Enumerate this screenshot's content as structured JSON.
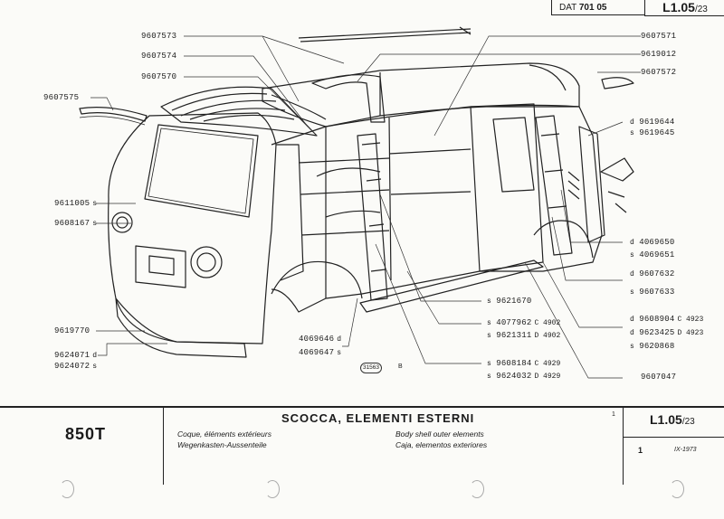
{
  "header": {
    "dat_prefix": "DAT",
    "dat_number": "701 05",
    "code_main": "L1.05",
    "code_sub": "/23"
  },
  "labels_left": [
    {
      "num": "9607573",
      "sfx": ""
    },
    {
      "num": "9607574",
      "sfx": ""
    },
    {
      "num": "9607570",
      "sfx": ""
    },
    {
      "num": "9607575",
      "sfx": ""
    },
    {
      "num": "9611005",
      "sfx": "s"
    },
    {
      "num": "9608167",
      "sfx": "s"
    },
    {
      "num": "9619770",
      "sfx": ""
    },
    {
      "num": "9624071",
      "sfx": "d"
    },
    {
      "num": "9624072",
      "sfx": "s"
    }
  ],
  "labels_right": [
    {
      "num": "9607571",
      "sfx": ""
    },
    {
      "num": "9619012",
      "sfx": ""
    },
    {
      "num": "9607572",
      "sfx": ""
    },
    {
      "num": "9619644",
      "sfx": "d"
    },
    {
      "num": "9619645",
      "sfx": "s"
    },
    {
      "num": "4069650",
      "sfx": "d"
    },
    {
      "num": "4069651",
      "sfx": "s"
    },
    {
      "num": "9607632",
      "sfx": "d"
    },
    {
      "num": "9607633",
      "sfx": "s"
    },
    {
      "num": "9608904",
      "sfx": "d",
      "note": "C 4923"
    },
    {
      "num": "9623425",
      "sfx": "d",
      "note": "D 4923"
    },
    {
      "num": "9620868",
      "sfx": "s",
      "note": ""
    },
    {
      "num": "9607047",
      "sfx": "",
      "note": ""
    }
  ],
  "labels_center": [
    {
      "num": "9621670",
      "sfx": "s",
      "note": ""
    },
    {
      "num": "4077962",
      "sfx": "s",
      "note": "C 4902"
    },
    {
      "num": "9621311",
      "sfx": "s",
      "note": "D 4902"
    },
    {
      "num": "9608184",
      "sfx": "s",
      "note": "C 4929"
    },
    {
      "num": "9624032",
      "sfx": "s",
      "note": "D 4929"
    },
    {
      "num": "4069646",
      "sfx": "d",
      "note": ""
    },
    {
      "num": "4069647",
      "sfx": "s",
      "note": ""
    }
  ],
  "badge": {
    "code": "31563",
    "letter": "B"
  },
  "footer": {
    "model": "850T",
    "title": "SCOCCA, ELEMENTI ESTERNI",
    "fr": "Coque, éléments extérieurs",
    "de": "Wegenkasten-Aussenteile",
    "en": "Body shell outer elements",
    "es": "Caja, elementos exteriores",
    "one_mark": "1",
    "code_main": "L1.05",
    "code_sub": "/23",
    "sheet": "1",
    "date": "IX-1973"
  }
}
